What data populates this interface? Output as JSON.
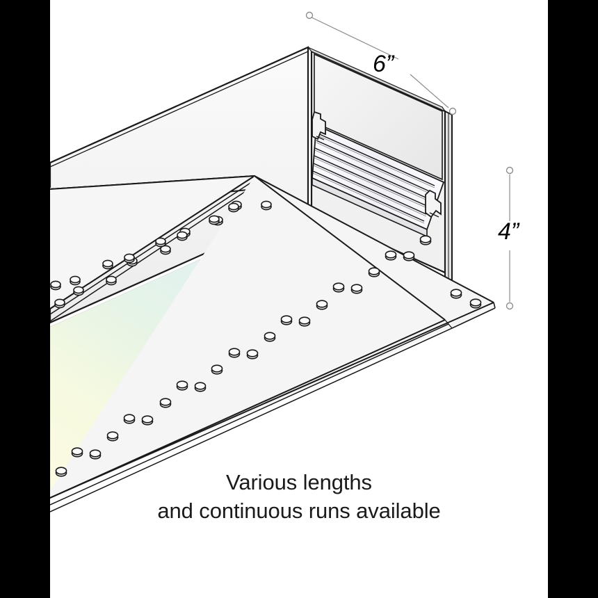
{
  "illustration": {
    "title": "Recessed linear luminaire isometric cutaway",
    "background_color": "#ffffff",
    "side_band_color": "#000000",
    "line_color": "#1a1a1a",
    "body_fill": "#f2f2f2",
    "flange_fill": "#f5f5f5",
    "far_wall_fill": "#ededed"
  },
  "dimensions": {
    "width": {
      "label": "6”",
      "value": 6,
      "unit": "inch",
      "orientation": "leader"
    },
    "height": {
      "label": "4”",
      "value": 4,
      "unit": "inch",
      "orientation": "vertical"
    }
  },
  "caption": {
    "line1": "Various lengths",
    "line2": "and continuous runs available"
  },
  "lens": {
    "name": "illuminated-lens-panel",
    "gradient_stops": [
      "#fbfbe4",
      "#f2f8e2",
      "#e2f3e8",
      "#e4f1f6",
      "#eceaf7"
    ]
  },
  "parts": {
    "housing": "housing-body",
    "far_wall": "far-interior-wall",
    "end_cap": "right-end-cap",
    "flange": "drywall-flange",
    "louvers": "led-louver-slats",
    "clip_left": "mounting-clip-left",
    "clip_right": "mounting-clip-right",
    "mud_dots": "flange-mud-dimples"
  }
}
